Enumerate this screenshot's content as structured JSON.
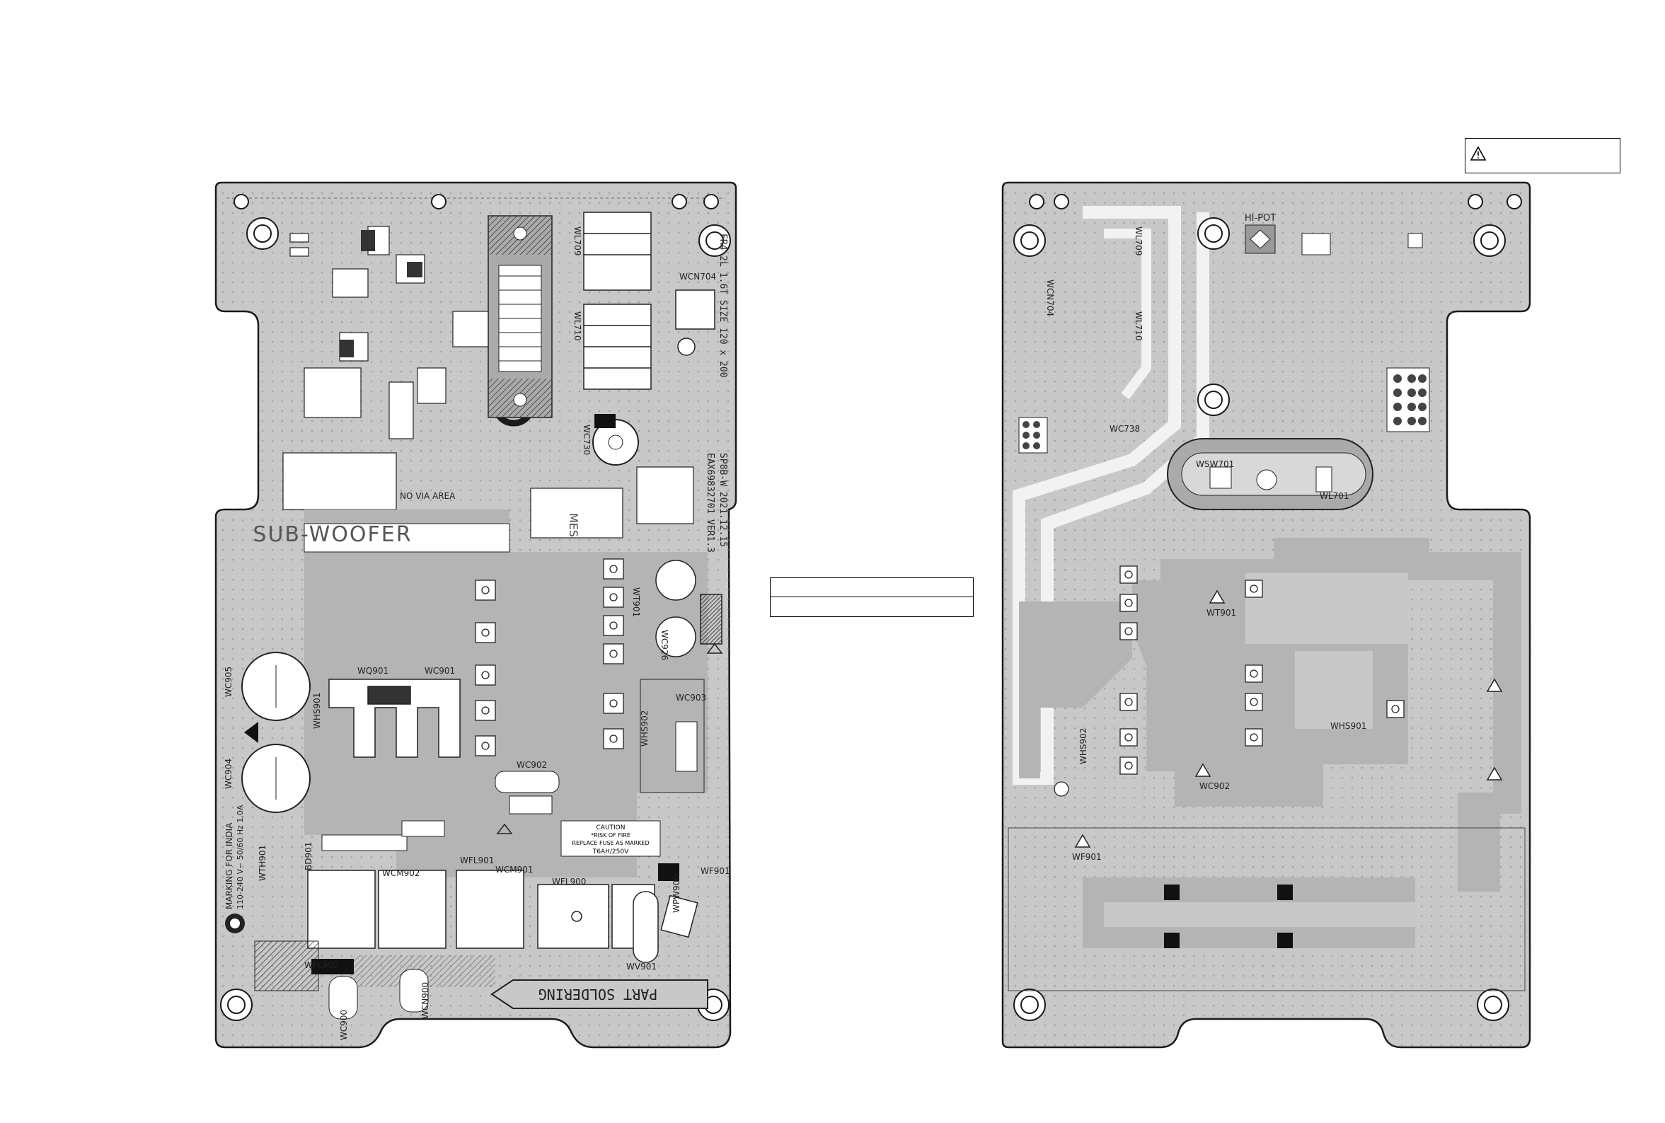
{
  "left_board": {
    "title": "SUB-WOOFER",
    "no_via_area": "NO VIA AREA",
    "pcb_code": "EAX69832701 VER1.3",
    "pcb_info": "FR4 2L 1.6T SIZE 120 x 200",
    "pcb_date": "SP8B-W 2021.12.15",
    "marking": "MARKING FOR INDIA",
    "marking_rating": "110-240 V~ 50/60 Hz 1.0A",
    "part_soldering": "PART SOLDERING",
    "mes": "MES",
    "caution_title": "CAUTION",
    "caution_line1": "*RISK OF FIRE",
    "caution_line2": "REPLACE FUSE AS MARKED",
    "fuse_rating": "T6AH/250V",
    "labels": {
      "wl709": "WL709",
      "wl710": "WL710",
      "wcn704": "WCN704",
      "wc730": "WC730",
      "wt901": "WT901",
      "wc926": "WC926",
      "wc905": "WC905",
      "wc904": "WC904",
      "whs901": "WHS901",
      "wq901": "WQ901",
      "whs902": "WHS902",
      "wc903": "WC903",
      "wfl901": "WFL901",
      "wcm902": "WCM902",
      "wcm901": "WCM901",
      "wfl900": "WFL900",
      "wf901": "WF901",
      "wfl902": "WFL902",
      "wv901": "WV901",
      "wth901": "WTH901",
      "bd901": "BD901",
      "wc902": "WC902",
      "wc901": "WC901",
      "wcn900": "WCN900",
      "wc900": "WC900",
      "wpw900": "WPW900"
    }
  },
  "right_board": {
    "hi_pot": "HI-POT",
    "labels": {
      "wc738": "WC738",
      "wl709": "WL709",
      "wl710": "WL710",
      "wcn704": "WCN704",
      "wt901": "WT901",
      "wf901": "WF901",
      "wc902": "WC902",
      "whs901": "WHS901",
      "whs902": "WHS902",
      "wl701": "WL701",
      "wsw701": "WSW701"
    }
  },
  "colors": {
    "board_fill": "#c8c8c8",
    "copper_fill": "#b4b4b4",
    "outline": "#1a1a1a"
  }
}
